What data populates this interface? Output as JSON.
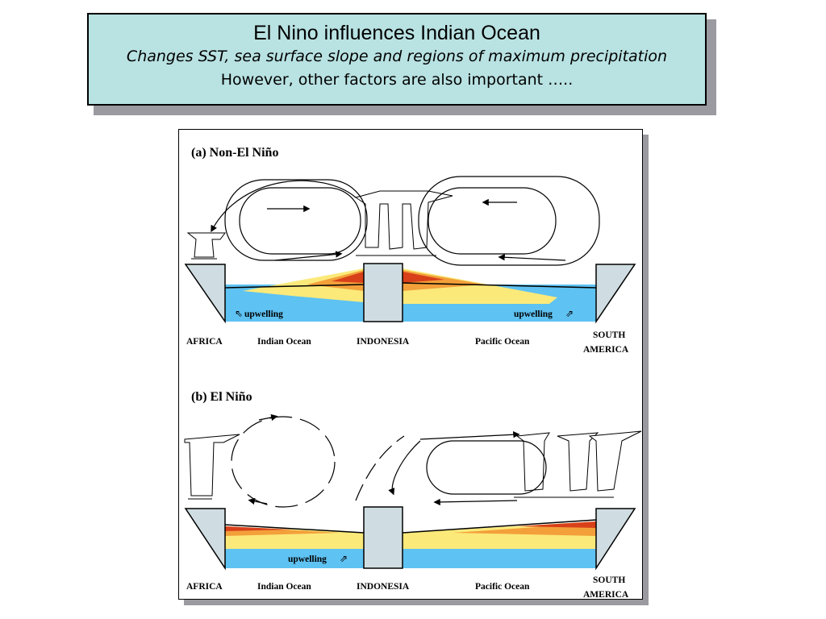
{
  "slide": {
    "title": "El Nino influences Indian Ocean",
    "line2": "Changes SST, sea surface slope and regions of maximum precipitation",
    "line3": "However, other factors are also important ….."
  },
  "figure": {
    "panel_a": {
      "title": "(a) Non-El Niño",
      "upwelling_left": "upwelling",
      "upwelling_right": "upwelling",
      "labels": {
        "africa": "AFRICA",
        "indian": "Indian Ocean",
        "indonesia": "INDONESIA",
        "pacific": "Pacific Ocean",
        "south1": "SOUTH",
        "south2": "AMERICA"
      }
    },
    "panel_b": {
      "title": "(b) El Niño",
      "upwelling": "upwelling",
      "labels": {
        "africa": "AFRICA",
        "indian": "Indian Ocean",
        "indonesia": "INDONESIA",
        "pacific": "Pacific Ocean",
        "south1": "SOUTH",
        "south2": "AMERICA"
      }
    }
  },
  "colors": {
    "title_bg": "#b9e2e2",
    "ocean": "#5ec2f2",
    "warm_yellow": "#fbe97a",
    "warm_orange": "#f3a03a",
    "warm_red": "#d8401a",
    "land": "#cfdde2"
  }
}
